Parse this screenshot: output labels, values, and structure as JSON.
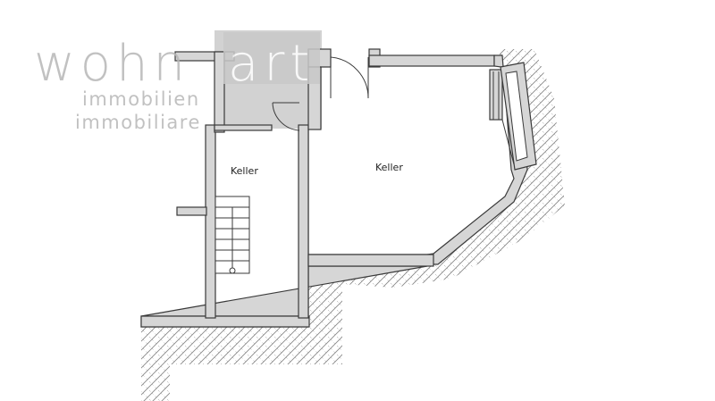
{
  "logo": {
    "word_left": "wohn",
    "word_right": "art",
    "line1": "immobilien",
    "line2": "immobiliare",
    "text_color": "#b7b7b7",
    "box_color": "#c9c9c9"
  },
  "rooms": [
    {
      "label": "Keller"
    },
    {
      "label": "Keller"
    }
  ],
  "colors": {
    "wall_fill": "#d6d6d6",
    "wall_stroke": "#3a3a3a",
    "stair_fill": "#ffffff",
    "hatch_stroke": "#8a8a8a"
  }
}
